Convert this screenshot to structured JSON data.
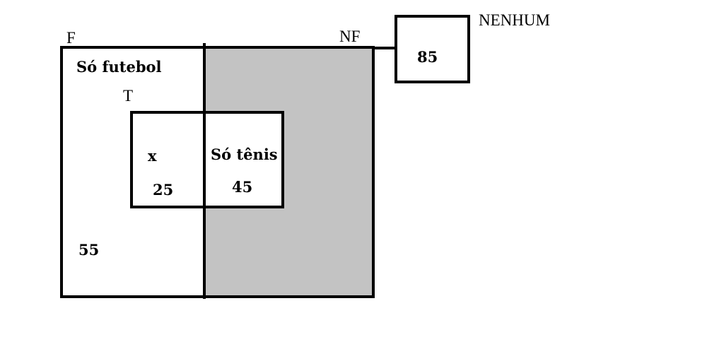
{
  "labels": {
    "football_set": "F",
    "not_football_set": "NF",
    "tennis_set": "T",
    "none": "NENHUM"
  },
  "regions": {
    "only_football_label": "Só futebol",
    "only_football_value": "55",
    "both_label": "x",
    "both_value": "25",
    "only_tennis_label": "Só tênis",
    "only_tennis_value": "45",
    "none_value": "85"
  },
  "colors": {
    "shaded": "#c3c3c3",
    "line": "#000000"
  }
}
